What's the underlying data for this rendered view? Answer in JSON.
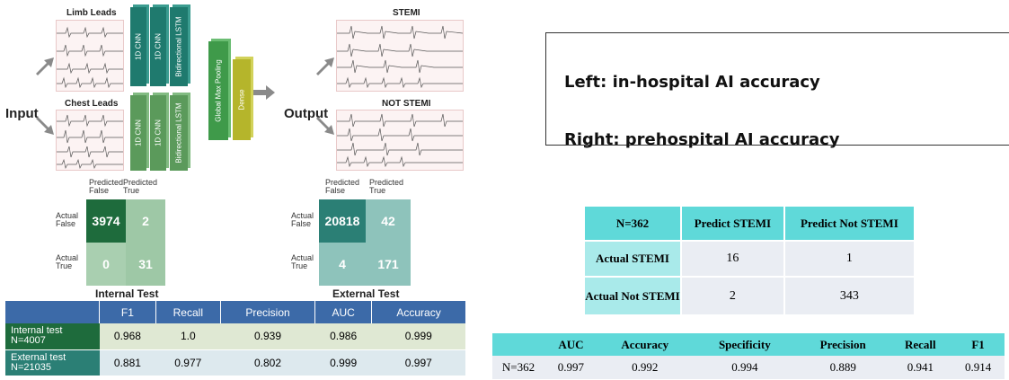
{
  "diagram": {
    "input_label": "Input",
    "output_label": "Output",
    "limb_leads_label": "Limb Leads",
    "chest_leads_label": "Chest Leads",
    "stemi_label": "STEMI",
    "not_stemi_label": "NOT STEMI",
    "layers_top": [
      "1D CNN",
      "1D CNN",
      "Bidirectional LSTM"
    ],
    "layers_bottom": [
      "1D CNN",
      "1D CNN",
      "Bidirectional LSTM"
    ],
    "pool_label": "Global Max Pooling",
    "dense_label": "Dense",
    "colors": {
      "cnn_top": "#1f7a6e",
      "cnn_bottom": "#5b9a5b",
      "pool": "#3f9a4a",
      "dense": "#b5b52b"
    }
  },
  "internal_matrix": {
    "pred_false": "Predicted False",
    "pred_true": "Predicted True",
    "actual_false": "Actual False",
    "actual_true": "Actual True",
    "tn": "3974",
    "fp": "2",
    "fn": "0",
    "tp": "31",
    "caption": "Internal Test"
  },
  "external_matrix": {
    "pred_false": "Predicted False",
    "pred_true": "Predicted True",
    "actual_false": "Actual False",
    "actual_true": "Actual True",
    "tn": "20818",
    "fp": "42",
    "fn": "4",
    "tp": "171",
    "caption": "External Test"
  },
  "left_metrics": {
    "headers": [
      "F1",
      "Recall",
      "Precision",
      "AUC",
      "Accuracy"
    ],
    "rows": [
      {
        "name": "Internal test N=4007",
        "values": [
          "0.968",
          "1.0",
          "0.939",
          "0.986",
          "0.999"
        ]
      },
      {
        "name": "External test N=21035",
        "values": [
          "0.881",
          "0.977",
          "0.802",
          "0.999",
          "0.997"
        ]
      }
    ]
  },
  "note_box": {
    "line1": "Left: in-hospital AI accuracy",
    "line2": "Right: prehospital AI accuracy"
  },
  "right_matrix": {
    "corner": "N=362",
    "col1": "Predict STEMI",
    "col2": "Predict Not STEMI",
    "row1": "Actual STEMI",
    "row2": "Actual Not STEMI",
    "values": [
      "16",
      "1",
      "2",
      "343"
    ]
  },
  "right_metrics": {
    "headers": [
      "AUC",
      "Accuracy",
      "Specificity",
      "Precision",
      "Recall",
      "F1"
    ],
    "row_label": "N=362",
    "values": [
      "0.997",
      "0.992",
      "0.994",
      "0.889",
      "0.941",
      "0.914"
    ]
  }
}
